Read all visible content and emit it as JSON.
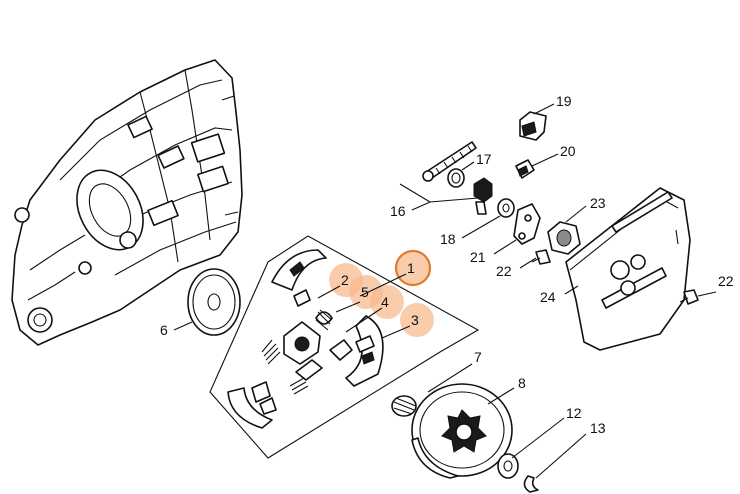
{
  "callouts": [
    {
      "id": "1",
      "label": "1"
    },
    {
      "id": "2",
      "label": "2"
    },
    {
      "id": "3",
      "label": "3"
    },
    {
      "id": "4",
      "label": "4"
    },
    {
      "id": "5",
      "label": "5"
    },
    {
      "id": "6",
      "label": "6"
    },
    {
      "id": "7",
      "label": "7"
    },
    {
      "id": "8",
      "label": "8"
    },
    {
      "id": "12",
      "label": "12"
    },
    {
      "id": "13",
      "label": "13"
    },
    {
      "id": "16",
      "label": "16"
    },
    {
      "id": "17",
      "label": "17"
    },
    {
      "id": "18",
      "label": "18"
    },
    {
      "id": "19",
      "label": "19"
    },
    {
      "id": "20",
      "label": "20"
    },
    {
      "id": "21",
      "label": "21"
    },
    {
      "id": "22a",
      "label": "22"
    },
    {
      "id": "22b",
      "label": "22"
    },
    {
      "id": "23",
      "label": "23"
    },
    {
      "id": "24",
      "label": "24"
    }
  ],
  "highlight": {
    "selected": "1",
    "marked": [
      "1",
      "2",
      "3",
      "4",
      "5"
    ],
    "fill_color": "#f6b98c",
    "ring_color": "#e07a2a"
  }
}
